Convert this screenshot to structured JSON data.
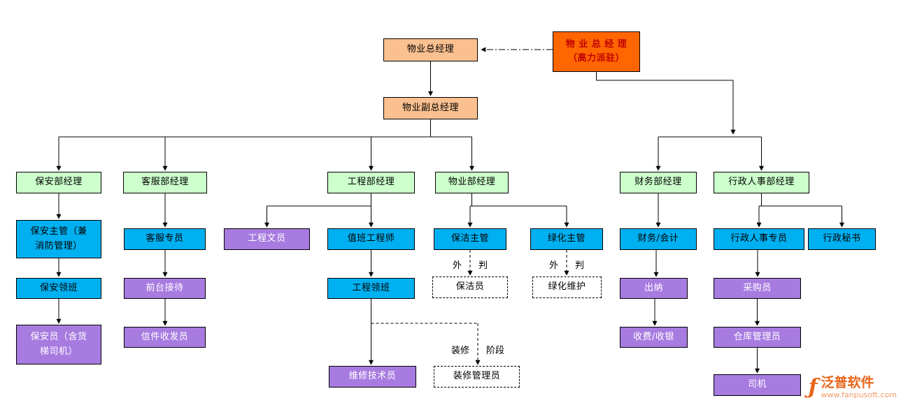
{
  "nodes": {
    "gm": {
      "label": "物业总经理"
    },
    "gm_dispatch": {
      "label": "物 业 总 经 理\n（高力派驻）"
    },
    "deputy_gm": {
      "label": "物业副总经理"
    },
    "security_mgr": {
      "label": "保安部经理"
    },
    "cs_mgr": {
      "label": "客服部经理"
    },
    "eng_mgr": {
      "label": "工程部经理"
    },
    "property_mgr": {
      "label": "物业部经理"
    },
    "finance_mgr": {
      "label": "财务部经理"
    },
    "admin_hr_mgr": {
      "label": "行政人事部经理"
    },
    "security_supervisor": {
      "label": "保安主管（兼\n消防管理）"
    },
    "security_foreman": {
      "label": "保安领班"
    },
    "security_guard": {
      "label": "保安员（含货\n梯司机）"
    },
    "cs_specialist": {
      "label": "客服专员"
    },
    "front_desk": {
      "label": "前台接待"
    },
    "mail_clerk": {
      "label": "信件收发员"
    },
    "eng_clerk": {
      "label": "工程文员"
    },
    "duty_engineer": {
      "label": "值班工程师"
    },
    "eng_foreman": {
      "label": "工程领班"
    },
    "maintenance_tech": {
      "label": "维修技术员"
    },
    "cleaning_supervisor": {
      "label": "保洁主管"
    },
    "greening_supervisor": {
      "label": "绿化主管"
    },
    "cleaner": {
      "label": "保洁员"
    },
    "greening_maintenance": {
      "label": "绿化维护"
    },
    "decoration_admin": {
      "label": "装修管理员"
    },
    "accountant": {
      "label": "财务/会计"
    },
    "cashier": {
      "label": "出纳"
    },
    "fee_cashier": {
      "label": "收费/收银"
    },
    "admin_hr_specialist": {
      "label": "行政人事专员"
    },
    "admin_secretary": {
      "label": "行政秘书"
    },
    "purchaser": {
      "label": "采购员"
    },
    "warehouse_keeper": {
      "label": "仓库管理员"
    },
    "driver": {
      "label": "司机"
    }
  },
  "labels": {
    "outsourced_left": "外",
    "outsourced_right": "判",
    "decoration_left": "装修",
    "decoration_right": "阶段"
  },
  "watermark": {
    "name": "泛普软件",
    "url": "www.fanpusoft.com"
  },
  "colors": {
    "top_box": "#FAC090",
    "dispatch_box": "#FF6600",
    "dispatch_text": "#C00000",
    "manager_box": "#CCFFCC",
    "staff_box_cyan": "#00B0F0",
    "staff_box_purple": "#A77BE0",
    "brand_orange": "#E8651A"
  }
}
